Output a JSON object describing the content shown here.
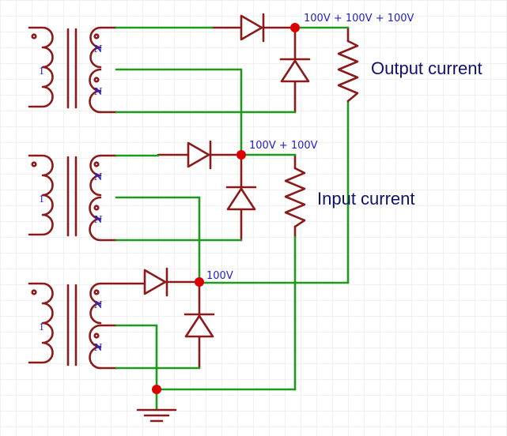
{
  "canvas": {
    "background": "#ffffff",
    "grid_color": "#e3e3e3"
  },
  "colors": {
    "component": "#8b1a1a",
    "wire": "#1d9a1d",
    "node": "#dd0000",
    "voltage_label": "#2222cc",
    "current_label": "#10106e"
  },
  "transformers": [
    {
      "primary_label": "1",
      "secondary_labels": [
        "N",
        "N"
      ]
    },
    {
      "primary_label": "1",
      "secondary_labels": [
        "N",
        "N"
      ]
    },
    {
      "primary_label": "1",
      "secondary_labels": [
        "N",
        "N"
      ]
    }
  ],
  "voltage_labels": {
    "top": "100V + 100V + 100V",
    "middle": "100V + 100V",
    "bottom": "100V"
  },
  "resistor_labels": {
    "output": "Output current",
    "input": "Input current"
  },
  "ground": {
    "icon": "ground-symbol-icon"
  }
}
